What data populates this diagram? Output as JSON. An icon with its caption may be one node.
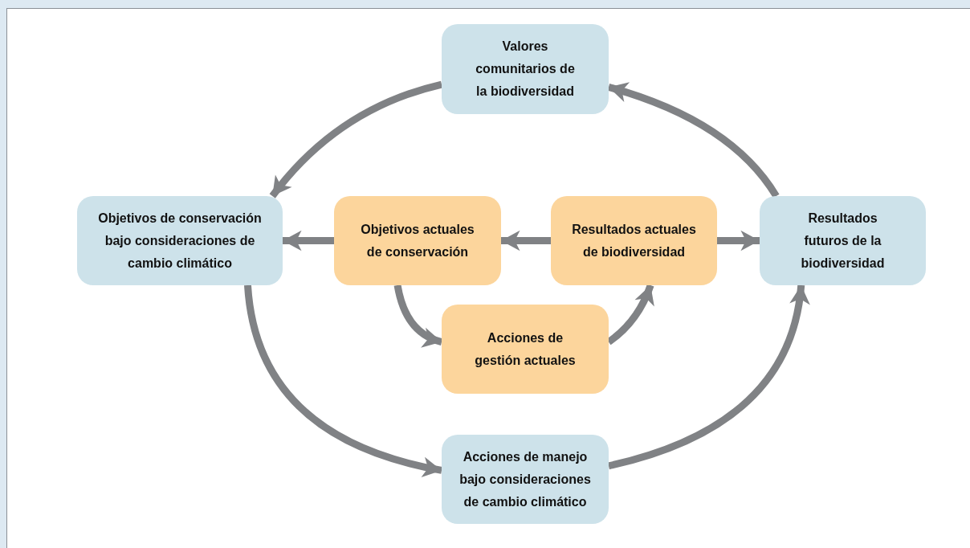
{
  "diagram": {
    "nodes": [
      {
        "text": [
          "Valores comunitarios de la biodiversidad"
        ]
      },
      {
        "text": [
          "Objetivos de conservación bajo consideraciones de cambio climático"
        ]
      },
      {
        "text": [
          "Objetivos actuales de conservación"
        ]
      },
      {
        "text": [
          "Resultados actuales de biodiversidad"
        ]
      },
      {
        "text": [
          "Resultados futuros de la biodiversidad"
        ]
      },
      {
        "text": [
          "Acciones de gestión actuales"
        ]
      },
      {
        "text": [
          "Acciones de manejo bajo consideraciones de cambio climático"
        ]
      }
    ],
    "edges": [
      {
        "from": 0,
        "to": 1,
        "arrow": "to"
      },
      {
        "from": 2,
        "to": 1,
        "arrow": "to"
      },
      {
        "from": 3,
        "to": 2,
        "arrow": "to"
      },
      {
        "from": 3,
        "to": 4,
        "arrow": "to"
      },
      {
        "from": 2,
        "to": 5,
        "arrow": "to"
      },
      {
        "from": 5,
        "to": 3,
        "arrow": "to"
      },
      {
        "from": 1,
        "to": 6,
        "arrow": "to"
      },
      {
        "from": 6,
        "to": 4,
        "arrow": "to"
      },
      {
        "from": 4,
        "to": 0,
        "arrow": "to"
      }
    ]
  }
}
